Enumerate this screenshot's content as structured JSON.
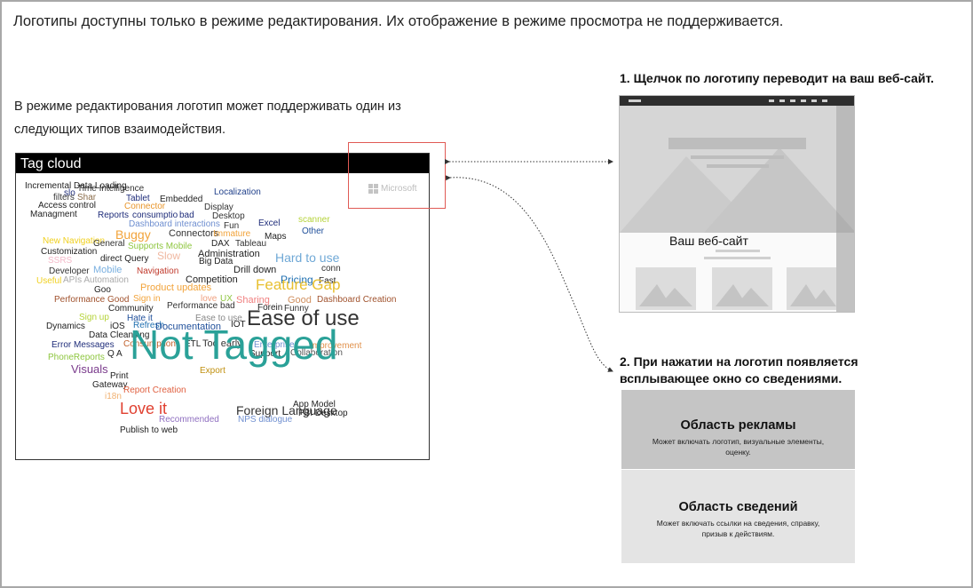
{
  "top_note": "Логотипы доступны только в режиме редактирования. Их отображение в режиме просмотра не поддерживается.",
  "intro_text": "В режиме редактирования логотип может поддерживать один из следующих типов взаимодействия.",
  "tag_cloud": {
    "title": "Tag cloud",
    "words": [
      {
        "text": "Time Intelligence",
        "color": "#333333",
        "size": 10
      },
      {
        "text": "slo",
        "color": "#1f2d7a",
        "size": 10
      },
      {
        "text": "filters",
        "color": "#3a3a3a",
        "size": 10
      },
      {
        "text": "Shar",
        "color": "#8a6c4a",
        "size": 10
      },
      {
        "text": "Tablet",
        "color": "#1f2d7a",
        "size": 10
      },
      {
        "text": "Embedded",
        "color": "#222222",
        "size": 10
      },
      {
        "text": "Localization",
        "color": "#1f3f8a",
        "size": 10
      },
      {
        "text": "Access control",
        "color": "#222222",
        "size": 10
      },
      {
        "text": "Connector",
        "color": "#e8962c",
        "size": 10
      },
      {
        "text": "Display",
        "color": "#333333",
        "size": 10
      },
      {
        "text": "Managment",
        "color": "#222222",
        "size": 10
      },
      {
        "text": "Reports",
        "color": "#1f2d7a",
        "size": 10
      },
      {
        "text": "consumptio",
        "color": "#1f2d7a",
        "size": 10
      },
      {
        "text": "bad",
        "color": "#1f2d7a",
        "size": 10
      },
      {
        "text": "Desktop",
        "color": "#333333",
        "size": 10
      },
      {
        "text": "Dashboard interactions",
        "color": "#6f8fd0",
        "size": 10
      },
      {
        "text": "Fun",
        "color": "#333333",
        "size": 10
      },
      {
        "text": "Excel",
        "color": "#1f2d7a",
        "size": 10
      },
      {
        "text": "scanner",
        "color": "#b5d33a",
        "size": 10
      },
      {
        "text": "Buggy",
        "color": "#f2a33a",
        "size": 14
      },
      {
        "text": "Connectors",
        "color": "#333333",
        "size": 11
      },
      {
        "text": "Immature",
        "color": "#f2a33a",
        "size": 10
      },
      {
        "text": "Maps",
        "color": "#222222",
        "size": 10
      },
      {
        "text": "Other",
        "color": "#1f4f9a",
        "size": 10
      },
      {
        "text": "New Navigation",
        "color": "#f0d020",
        "size": 10
      },
      {
        "text": "General",
        "color": "#333333",
        "size": 10
      },
      {
        "text": "DAX",
        "color": "#222222",
        "size": 10
      },
      {
        "text": "Tableau",
        "color": "#333333",
        "size": 10
      },
      {
        "text": "Supports Mobile",
        "color": "#8ec63f",
        "size": 10
      },
      {
        "text": "Customization",
        "color": "#222222",
        "size": 10
      },
      {
        "text": "Slow",
        "color": "#f0b8a0",
        "size": 12
      },
      {
        "text": "Administration",
        "color": "#222222",
        "size": 11
      },
      {
        "text": "SSRS",
        "color": "#f4b9c9",
        "size": 10
      },
      {
        "text": "direct Query",
        "color": "#222222",
        "size": 10
      },
      {
        "text": "Big Data",
        "color": "#222222",
        "size": 10
      },
      {
        "text": "Hard to use",
        "color": "#6fa8d6",
        "size": 14
      },
      {
        "text": "Developer",
        "color": "#333333",
        "size": 10
      },
      {
        "text": "Mobile",
        "color": "#7ab0e0",
        "size": 11
      },
      {
        "text": "Navigation",
        "color": "#c0392b",
        "size": 10
      },
      {
        "text": "Drill down",
        "color": "#222222",
        "size": 11
      },
      {
        "text": "conn",
        "color": "#333333",
        "size": 10
      },
      {
        "text": "Useful",
        "color": "#f0d020",
        "size": 10
      },
      {
        "text": "APIs Automation",
        "color": "#aaaaaa",
        "size": 10
      },
      {
        "text": "Competition",
        "color": "#222222",
        "size": 11
      },
      {
        "text": "Pricing",
        "color": "#1f6fb0",
        "size": 12
      },
      {
        "text": "Fast",
        "color": "#222222",
        "size": 10
      },
      {
        "text": "Goo",
        "color": "#222222",
        "size": 10
      },
      {
        "text": "Product updates",
        "color": "#f2a33a",
        "size": 11
      },
      {
        "text": "Feature Gap",
        "color": "#e8c030",
        "size": 17
      },
      {
        "text": "Performance Good",
        "color": "#a0522d",
        "size": 10
      },
      {
        "text": "Sign in",
        "color": "#f2a33a",
        "size": 10
      },
      {
        "text": "love",
        "color": "#f0a080",
        "size": 10
      },
      {
        "text": "UX",
        "color": "#8ec63f",
        "size": 10
      },
      {
        "text": "Sharing",
        "color": "#f08080",
        "size": 11
      },
      {
        "text": "Good",
        "color": "#d09060",
        "size": 11
      },
      {
        "text": "Dashboard Creation",
        "color": "#a0522d",
        "size": 10
      },
      {
        "text": "Community",
        "color": "#222222",
        "size": 10
      },
      {
        "text": "Performance bad",
        "color": "#333333",
        "size": 10
      },
      {
        "text": "Forein",
        "color": "#222222",
        "size": 10
      },
      {
        "text": "Sign up",
        "color": "#b5d33a",
        "size": 10
      },
      {
        "text": "Hate it",
        "color": "#1f4f9a",
        "size": 10
      },
      {
        "text": "Ease to use",
        "color": "#888888",
        "size": 10
      },
      {
        "text": "Funny",
        "color": "#333333",
        "size": 10
      },
      {
        "text": "Dynamics",
        "color": "#222222",
        "size": 10
      },
      {
        "text": "iOS",
        "color": "#222222",
        "size": 10
      },
      {
        "text": "Refresh",
        "color": "#1f6fb0",
        "size": 10
      },
      {
        "text": "IOT",
        "color": "#222222",
        "size": 10
      },
      {
        "text": "Ease of use",
        "color": "#333333",
        "size": 24
      },
      {
        "text": "Documentation",
        "color": "#1f4f9a",
        "size": 11
      },
      {
        "text": "Data Cleansing",
        "color": "#222222",
        "size": 10
      },
      {
        "text": "Error Messages",
        "color": "#1f2d7a",
        "size": 10
      },
      {
        "text": "Consumption",
        "color": "#c0602b",
        "size": 10
      },
      {
        "text": "ETL",
        "color": "#222222",
        "size": 10
      },
      {
        "text": "Too early",
        "color": "#333333",
        "size": 11
      },
      {
        "text": "Enterprise",
        "color": "#6f8fd0",
        "size": 10
      },
      {
        "text": "Improvement",
        "color": "#e0904a",
        "size": 10
      },
      {
        "text": "Q A",
        "color": "#222222",
        "size": 10
      },
      {
        "text": "Support",
        "color": "#222222",
        "size": 10
      },
      {
        "text": "Collaboration",
        "color": "#555555",
        "size": 10
      },
      {
        "text": "PhoneReports",
        "color": "#8ec63f",
        "size": 10
      },
      {
        "text": "Visuals",
        "color": "#7a3b8c",
        "size": 13
      },
      {
        "text": "Not Tagged",
        "color": "#2aa198",
        "size": 46
      },
      {
        "text": "Export",
        "color": "#c09010",
        "size": 10
      },
      {
        "text": "Print",
        "color": "#222222",
        "size": 10
      },
      {
        "text": "Gateway",
        "color": "#222222",
        "size": 10
      },
      {
        "text": "i18n",
        "color": "#f0b070",
        "size": 10
      },
      {
        "text": "Report Creation",
        "color": "#e06040",
        "size": 10
      },
      {
        "text": "Love it",
        "color": "#e04030",
        "size": 18
      },
      {
        "text": "Foreign Language",
        "color": "#333333",
        "size": 14
      },
      {
        "text": "App Model",
        "color": "#222222",
        "size": 10
      },
      {
        "text": "PBI Desktop",
        "color": "#222222",
        "size": 10
      },
      {
        "text": "Recommended",
        "color": "#8f6fc0",
        "size": 10
      },
      {
        "text": "NPS dialogue",
        "color": "#6f8fd0",
        "size": 10
      },
      {
        "text": "Publish to web",
        "color": "#222222",
        "size": 10
      },
      {
        "text": "Incremental Data Loading",
        "color": "#222222",
        "size": 10
      }
    ]
  },
  "logo_text": "Microsoft",
  "step1_title": "1. Щелчок по логотипу переводит на ваш веб-сайт.",
  "website_label": "Ваш веб-сайт",
  "step2_title_line1": "2. При нажатии на логотип появляется",
  "step2_title_line2": "всплывающее окно со сведениями.",
  "ad_area": {
    "title": "Область рекламы",
    "description": "Может включать логотип, визуальные элементы, оценку."
  },
  "info_area": {
    "title": "Область сведений",
    "description": "Может включать ссылки на сведения, справку, призыв к действиям."
  }
}
